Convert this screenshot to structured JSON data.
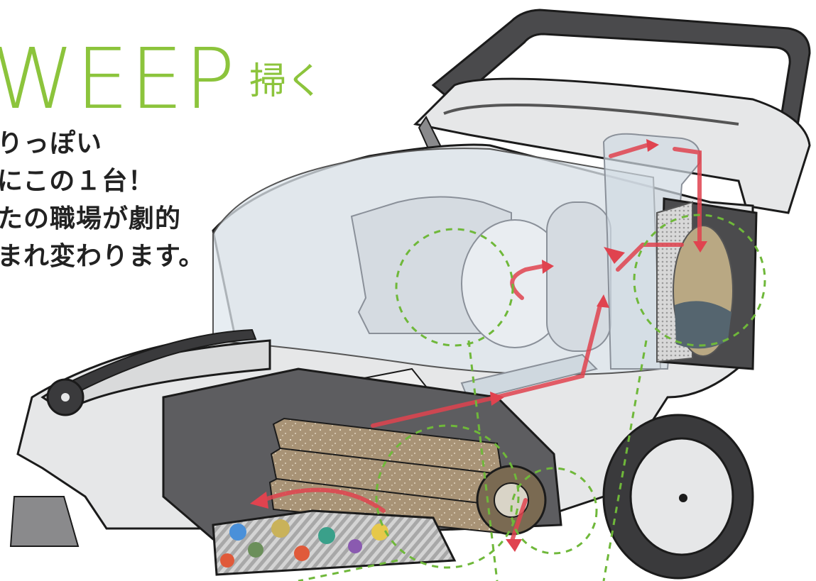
{
  "headline": {
    "english": "WEEP",
    "japanese": "掃く"
  },
  "copy_lines": [
    "りっぽい",
    "にこの１台！",
    "たの職場が劇的",
    "まれ変わります。"
  ],
  "colors": {
    "accent_green": "#8cc43c",
    "text_dark": "#222222",
    "airflow_red": "#e0434f",
    "body_gray": "#e6e7e8",
    "frame_dark": "#3a3a3c",
    "brush_tan": "#b39a73",
    "tank_blue": "#55656f"
  },
  "icons": {
    "arrows": "airflow-arrow-icon",
    "callouts": "dashed-callout-circle-icon"
  }
}
